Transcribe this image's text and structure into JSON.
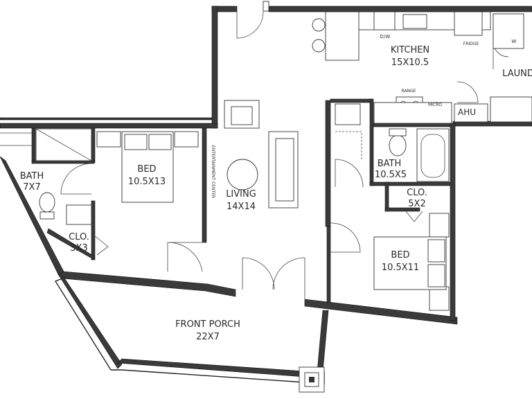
{
  "rooms": {
    "kitchen": {
      "name": "KITCHEN",
      "size": "15X10.5"
    },
    "laundry": {
      "name": "LAUND"
    },
    "bath1": {
      "name": "BATH",
      "size": "7X7"
    },
    "bed1": {
      "name": "BED",
      "size": "10.5X13"
    },
    "living": {
      "name": "LIVING",
      "size": "14X14"
    },
    "bath2": {
      "name": "BATH",
      "size": "10.5X5"
    },
    "clo1": {
      "name": "CLO.",
      "size": "3X3"
    },
    "clo2": {
      "name": "CLO.",
      "size": "5X2"
    },
    "bed2": {
      "name": "BED",
      "size": "10.5X11"
    },
    "porch": {
      "name": "FRONT PORCH",
      "size": "22X7"
    }
  },
  "fixtures": {
    "dw": "D/W",
    "fridge": "FRIDGE",
    "w": "W",
    "range": "RANGE",
    "micro": "MICRO",
    "ahu": "AHU",
    "entertainment": "ENTERTAINMENT CENTER"
  }
}
